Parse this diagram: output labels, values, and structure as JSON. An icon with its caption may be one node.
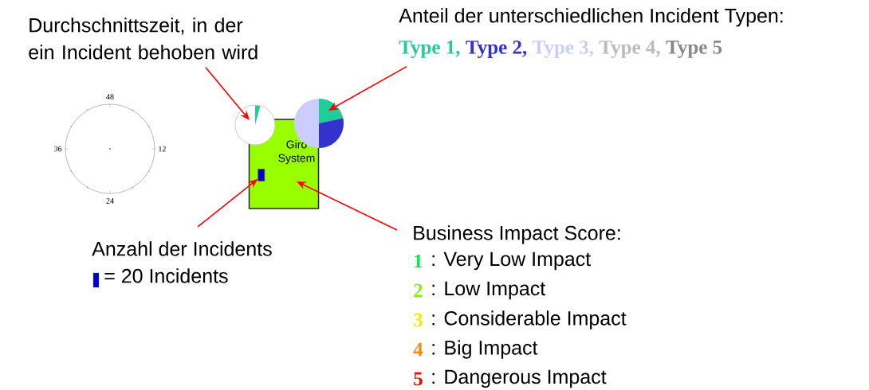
{
  "diagram": {
    "nodes": [
      {
        "text": [
          "Durchschnittszeit, in der ein Incident behoben wird"
        ]
      },
      {
        "text": [
          "Anteil der unterschiedlichen Incident Typen:"
        ]
      },
      {
        "text": [],
        "shape": "circle",
        "beside": [
          "48",
          "12",
          "24",
          "36"
        ]
      },
      {
        "text": [],
        "shape": "circle"
      },
      {
        "text": [],
        "shape": "circle"
      },
      {
        "text": [
          "Giro System"
        ]
      },
      {
        "text": [],
        "shape": "bar",
        "in": 5
      },
      {
        "text": [
          "Anzahl der Incidents",
          "= 20 Incidents"
        ]
      },
      {
        "text": [
          "Business Impact Score:"
        ]
      }
    ],
    "edges": [
      {
        "from": 0,
        "to": 3,
        "arrow": "to"
      },
      {
        "from": 1,
        "to": 4,
        "arrow": "to"
      },
      {
        "from": 7,
        "to": 6,
        "arrow": "to"
      },
      {
        "from": 8,
        "to": 5,
        "arrow": "to"
      }
    ],
    "labels": [
      "1",
      "2",
      "3",
      "4",
      "5"
    ],
    "legend": [
      {
        "text": "Type 1,",
        "color": "#22cc99"
      },
      {
        "text": "Type 2,",
        "color": "#3333cc"
      },
      {
        "text": "Type 3,",
        "color": "#ccccff"
      },
      {
        "text": "Type 4,",
        "color": "#bbbbbb"
      },
      {
        "text": "Type 5",
        "color": "#888888"
      },
      {
        "text": ": Very Low Impact",
        "color": "#00ee44"
      },
      {
        "text": ": Low Impact",
        "color": "#88ee00"
      },
      {
        "text": ": Considerable Impact",
        "color": "#eeee00"
      },
      {
        "text": ": Big Impact",
        "color": "#ff8800"
      },
      {
        "text": ": Dangerous Impact",
        "color": "#ff0000"
      }
    ]
  }
}
